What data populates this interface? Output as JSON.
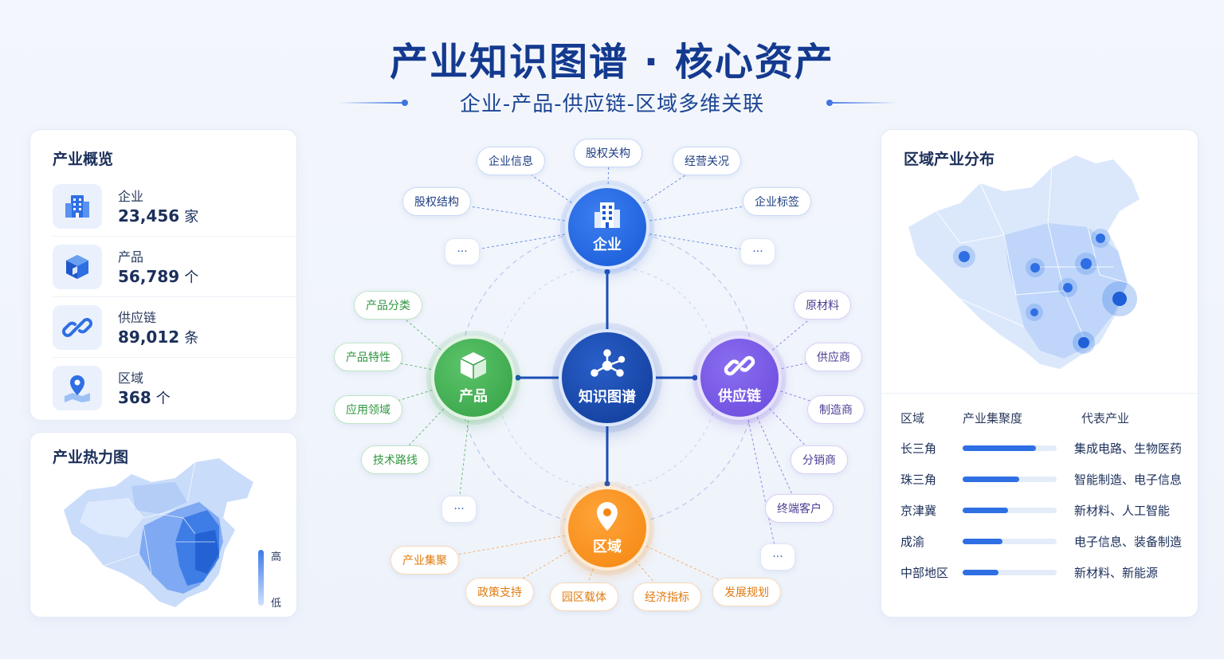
{
  "header": {
    "title": "产业知识图谱 · 核心资产",
    "subtitle": "企业-产品-供应链-区域多维关联"
  },
  "overview": {
    "title": "产业概览",
    "items": [
      {
        "label": "企业",
        "value": "23,456",
        "unit": "家",
        "icon": "building-icon"
      },
      {
        "label": "产品",
        "value": "56,789",
        "unit": "个",
        "icon": "box-icon"
      },
      {
        "label": "供应链",
        "value": "89,012",
        "unit": "条",
        "icon": "link-icon"
      },
      {
        "label": "区域",
        "value": "368",
        "unit": "个",
        "icon": "map-pin-icon"
      }
    ]
  },
  "heatmap": {
    "title": "产业热力图",
    "legend_high": "高",
    "legend_low": "低"
  },
  "graph": {
    "center": "知识图谱",
    "nodes": {
      "enterprise": "企业",
      "product": "产品",
      "supply_chain": "供应链",
      "region": "区域"
    },
    "enterprise_chips": [
      "企业信息",
      "股权关构",
      "经营关况",
      "股权结构",
      "企业标签"
    ],
    "product_chips": [
      "产品分类",
      "产品特性",
      "应用领域",
      "技术路线"
    ],
    "supply_chips": [
      "原材料",
      "供应商",
      "制造商",
      "分销商",
      "终端客户"
    ],
    "region_chips": [
      "产业集聚",
      "政策支持",
      "园区载体",
      "经济指标",
      "发展规划"
    ],
    "more_label": "···"
  },
  "region_panel": {
    "title": "区域产业分布",
    "col_region": "区域",
    "col_level": "产业集聚度",
    "col_industry": "代表产业",
    "rows": [
      {
        "region": "长三角",
        "level": 0.78,
        "industry": "集成电路、生物医药"
      },
      {
        "region": "珠三角",
        "level": 0.6,
        "industry": "智能制造、电子信息"
      },
      {
        "region": "京津冀",
        "level": 0.48,
        "industry": "新材料、人工智能"
      },
      {
        "region": "成渝",
        "level": 0.42,
        "industry": "电子信息、装备制造"
      },
      {
        "region": "中部地区",
        "level": 0.38,
        "industry": "新材料、新能源"
      }
    ]
  },
  "colors": {
    "primary": "#1659d6",
    "title": "#143a8f",
    "product": "#33a044",
    "supply": "#6a49dc",
    "region": "#f4860f"
  }
}
